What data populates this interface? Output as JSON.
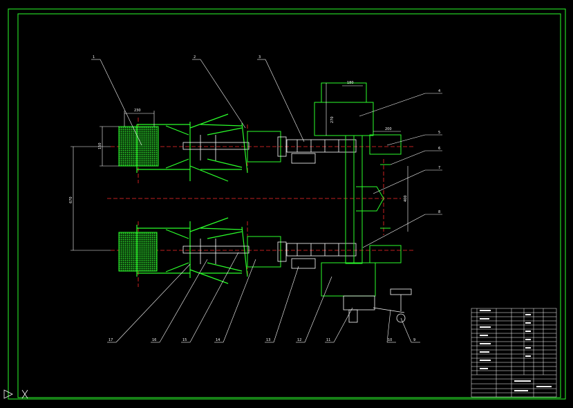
{
  "callouts": [
    "1",
    "2",
    "3",
    "4",
    "5",
    "6",
    "7",
    "8",
    "9",
    "10",
    "11",
    "12",
    "13",
    "14",
    "15",
    "16",
    "17"
  ],
  "dimensions": {
    "hopper_width": "230",
    "hopper_height": "150",
    "row_spacing": "670",
    "box_width": "180",
    "box_height": "270",
    "side_width": "200",
    "right_span": "400"
  },
  "colors": {
    "background": "#000000",
    "frame": "#2bff2b",
    "detail": "#ffffff",
    "centerline": "#ff2a2a",
    "hatch": "#1fb81f",
    "ucs": "#ffffff"
  },
  "ucs_icon": "ucs-axis-icon"
}
